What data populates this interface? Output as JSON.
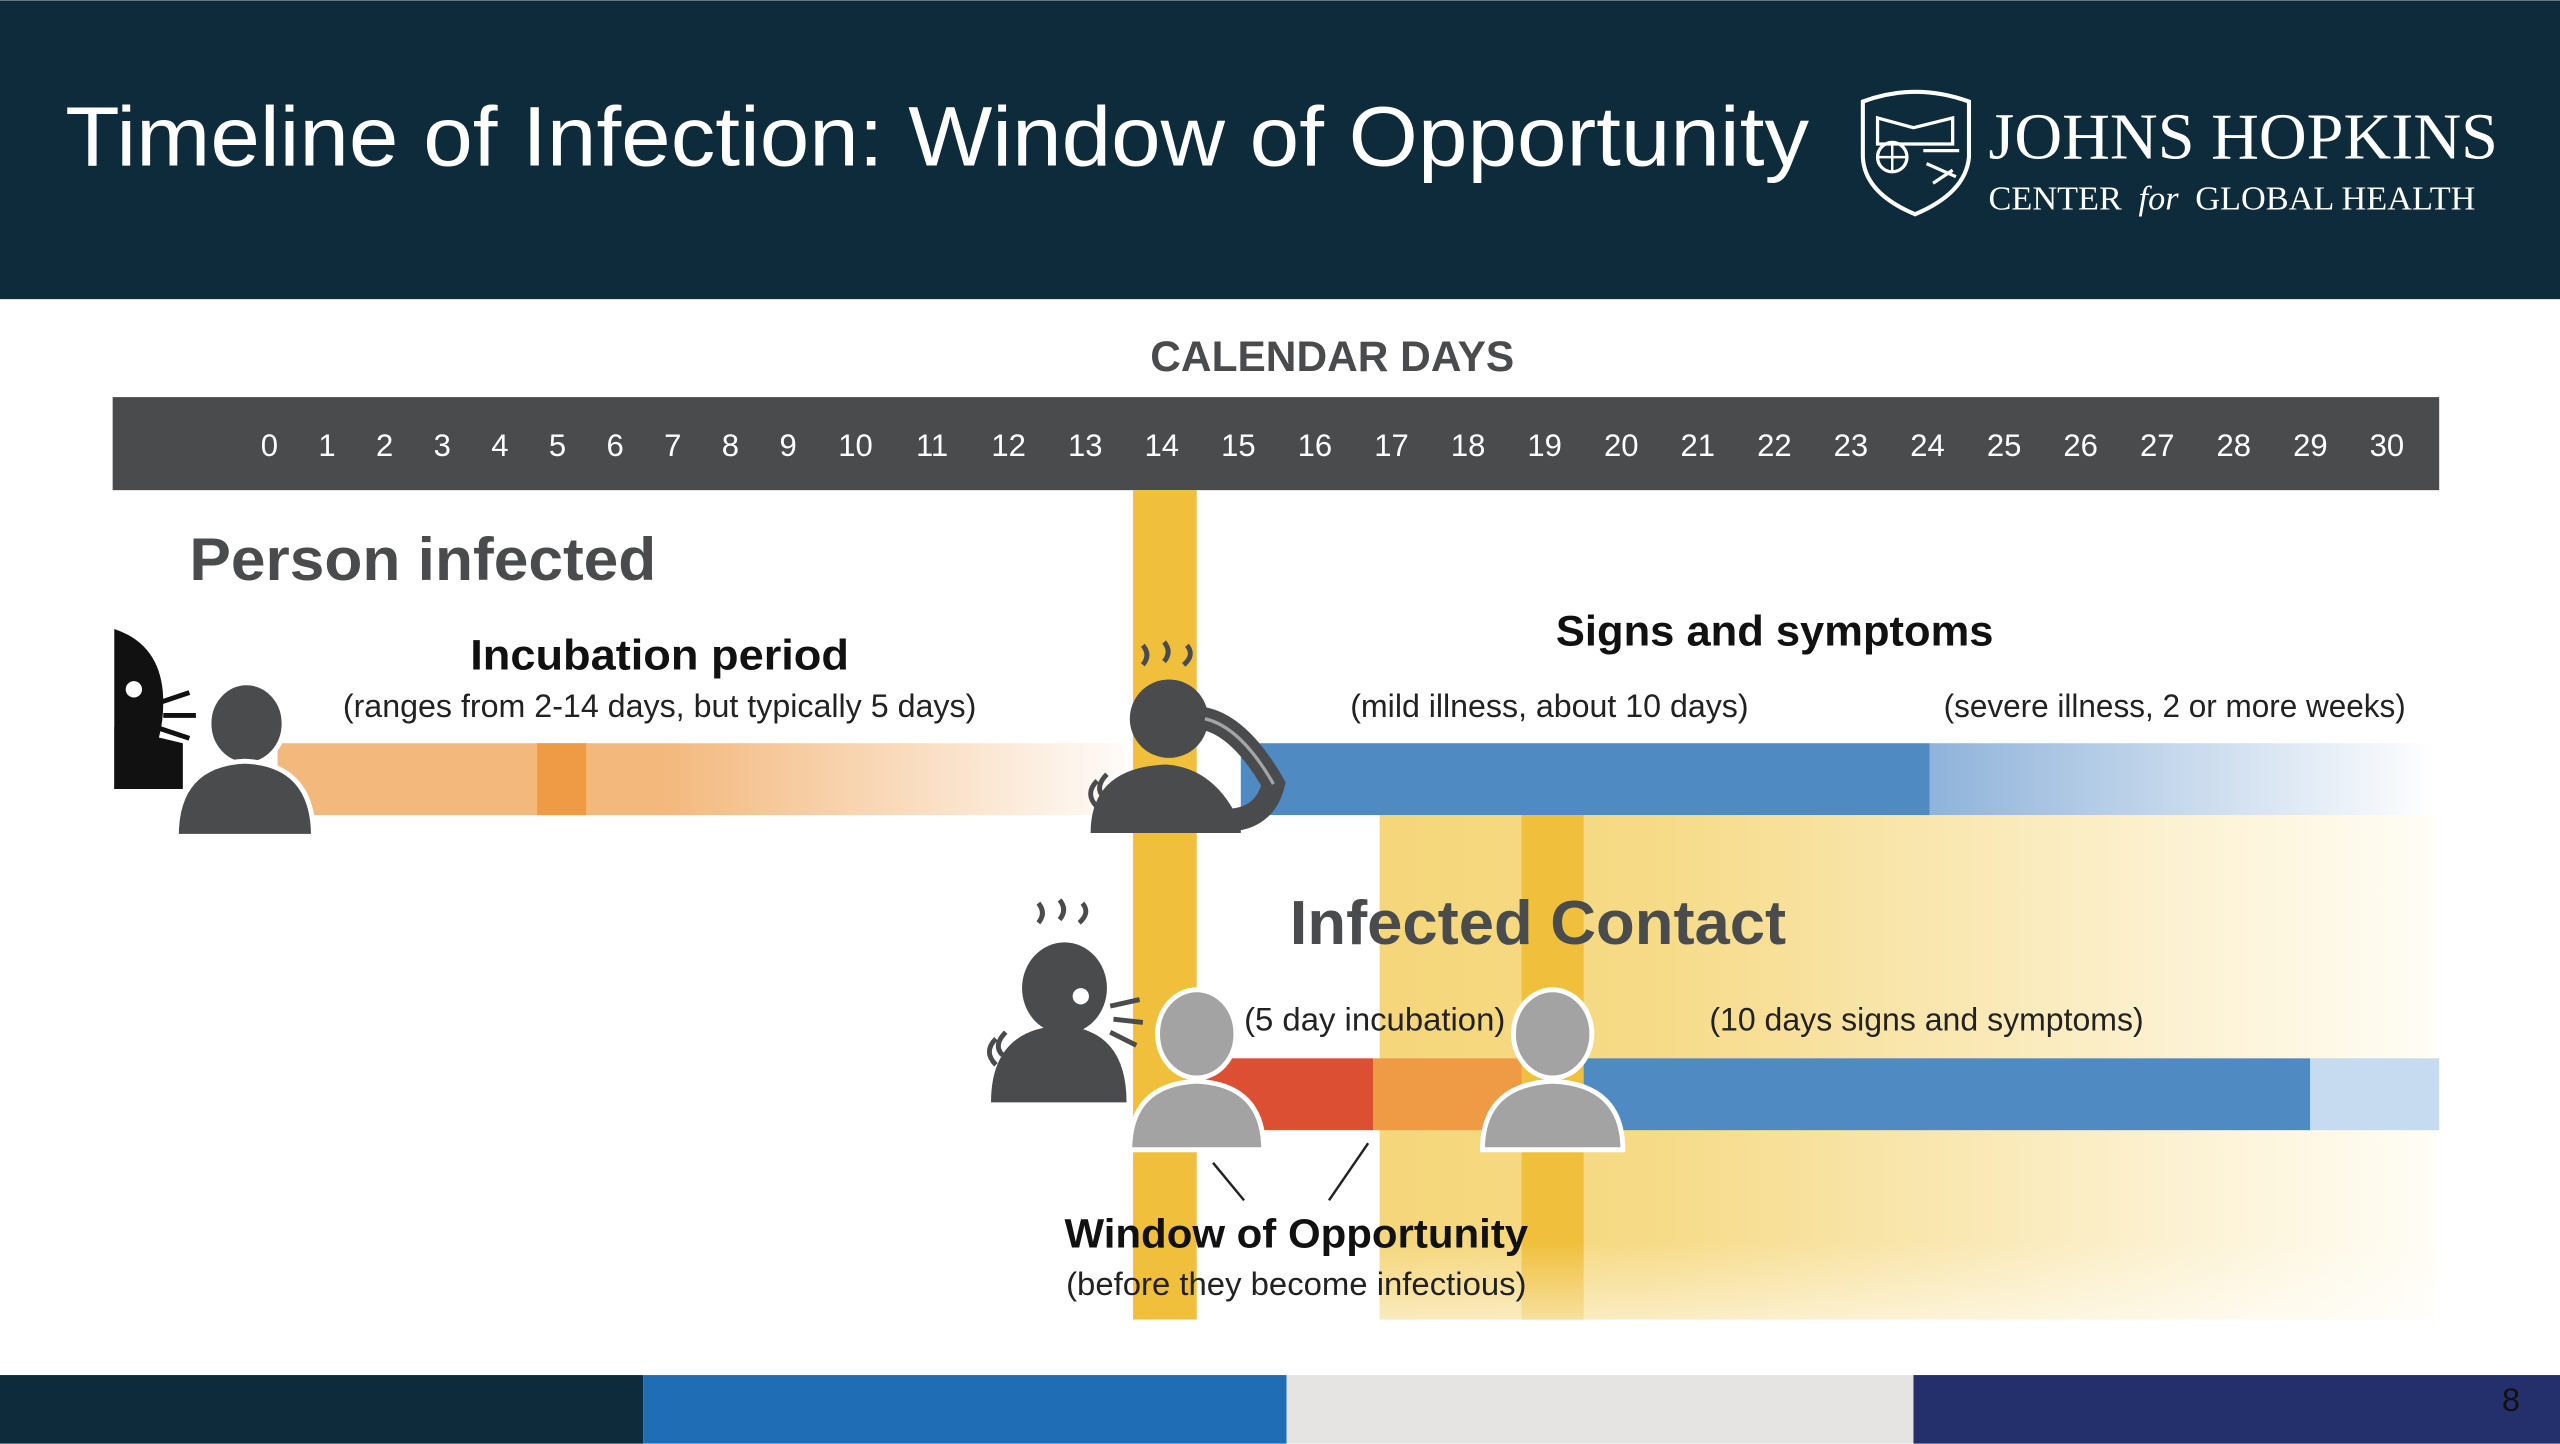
{
  "header": {
    "title": "Timeline of Infection: Window of Opportunity",
    "logo": {
      "line1": "JOHNS HOPKINS",
      "line2_a": "CENTER",
      "line2_for": "for",
      "line2_b": "GLOBAL HEALTH"
    }
  },
  "timeline": {
    "axis_title": "CALENDAR DAYS",
    "days": [
      0,
      1,
      2,
      3,
      4,
      5,
      6,
      7,
      8,
      9,
      10,
      11,
      12,
      13,
      14,
      15,
      16,
      17,
      18,
      19,
      20,
      21,
      22,
      23,
      24,
      25,
      26,
      27,
      28,
      29,
      30
    ]
  },
  "person_infected": {
    "heading": "Person infected",
    "incubation_title": "Incubation period",
    "incubation_note": "(ranges from 2-14 days, but typically 5 days)",
    "symptoms_title": "Signs and symptoms",
    "mild_note": "(mild illness, about 10 days)",
    "severe_note": "(severe illness, 2 or more weeks)"
  },
  "infected_contact": {
    "heading": "Infected Contact",
    "incubation_note": "(5 day incubation)",
    "symptoms_note": "(10 days signs and symptoms)"
  },
  "window": {
    "title": "Window of Opportunity",
    "note": "(before they become infectious)"
  },
  "footer": {
    "page_number": "8"
  },
  "colors": {
    "header_bg": "#0d2b3b",
    "axis_bar": "#4a4b4c",
    "yellow": "#f0c03c",
    "orange": "#f3b87c",
    "orange_dark": "#ef9a45",
    "red": "#dc4f33",
    "blue": "#4f8ac3",
    "footer_blue": "#1f6db5",
    "footer_grey": "#e5e4e2",
    "footer_navy": "#24306b"
  }
}
